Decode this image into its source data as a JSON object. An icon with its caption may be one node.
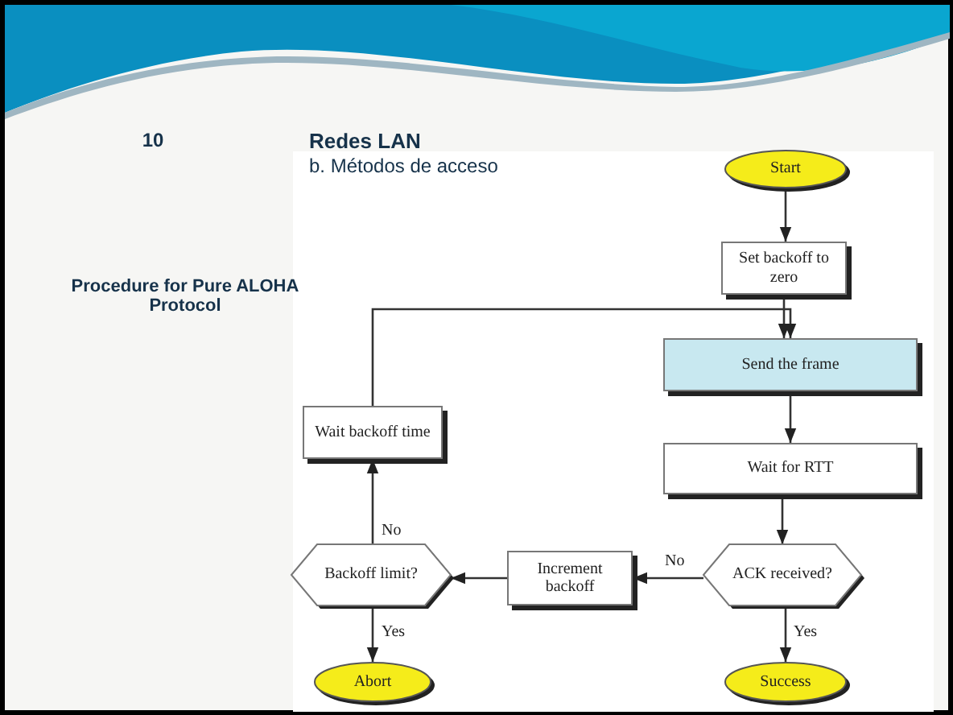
{
  "diagram": {
    "title": "Redes LAN",
    "nodes": [
      {
        "text": [
          "Start"
        ]
      },
      {
        "text": [
          "Set backoff to zero"
        ]
      },
      {
        "text": [
          "Send the frame"
        ]
      },
      {
        "text": [
          "Wait for RTT"
        ]
      },
      {
        "text": [
          "ACK received?"
        ]
      },
      {
        "text": [
          "Increment backoff"
        ]
      },
      {
        "text": [
          "Backoff limit?"
        ]
      },
      {
        "text": [
          "Wait backoff time"
        ]
      },
      {
        "text": [
          "Abort"
        ]
      },
      {
        "text": [
          "Success"
        ]
      }
    ],
    "edges": [
      {
        "from": 0,
        "to": 1,
        "arrow": "to"
      },
      {
        "from": 1,
        "to": 2,
        "arrow": "to"
      },
      {
        "from": 2,
        "to": 3,
        "arrow": "to"
      },
      {
        "from": 3,
        "to": 4,
        "arrow": "to"
      },
      {
        "from": 4,
        "to": 5,
        "label": "No",
        "arrow": "to"
      },
      {
        "from": 5,
        "to": 6,
        "arrow": "to"
      },
      {
        "from": 6,
        "to": 7,
        "label": "No",
        "arrow": "to"
      },
      {
        "from": 6,
        "to": 8,
        "label": "Yes",
        "arrow": "to"
      },
      {
        "from": 4,
        "to": 9,
        "label": "Yes",
        "arrow": "to"
      },
      {
        "from": 7,
        "to": 2,
        "arrow": "to"
      }
    ],
    "labels": [
      "10",
      "b. Métodos de acceso",
      "Procedure for Pure ALOHA Protocol"
    ]
  }
}
